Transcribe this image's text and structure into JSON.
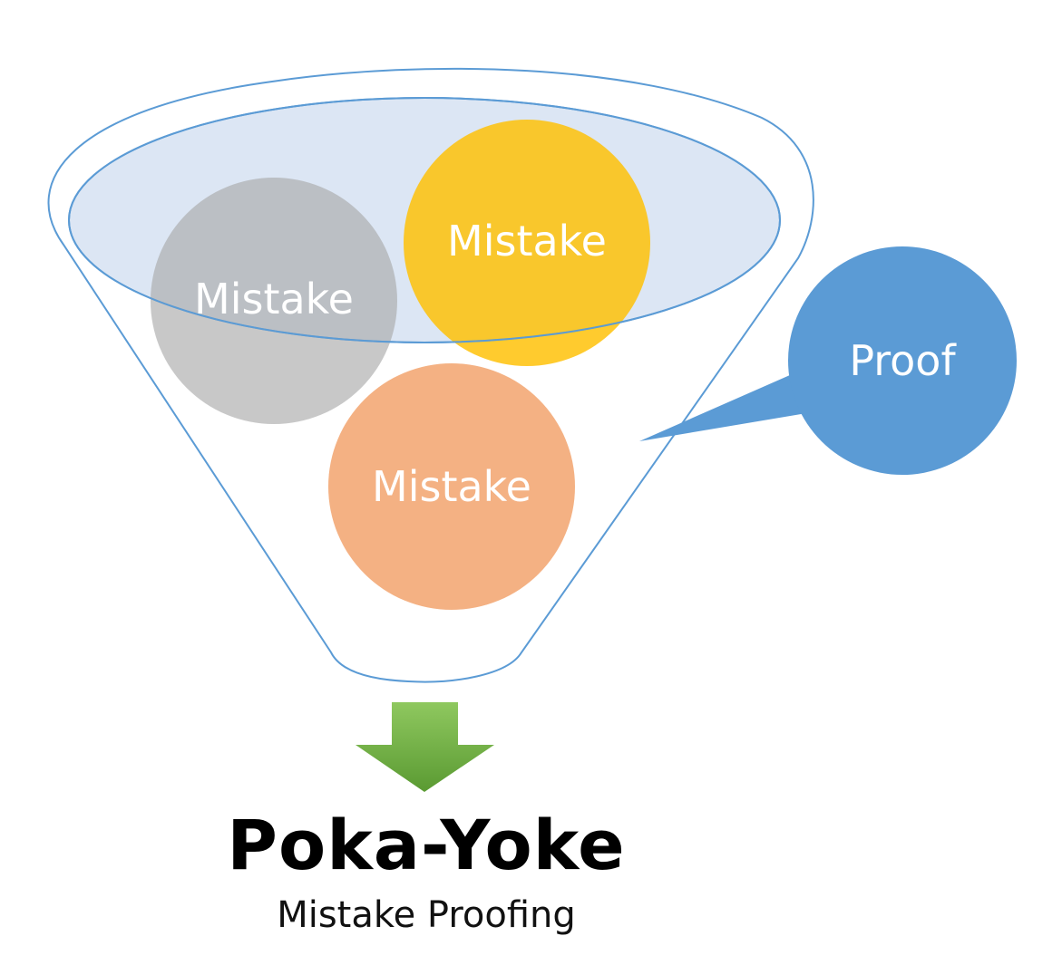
{
  "diagram": {
    "colors": {
      "funnel_stroke": "#5b9bd5",
      "funnel_fill": "#dce6f4",
      "gray": "#a6a6a6",
      "yellow": "#ffc000",
      "orange": "#f4b183",
      "blue": "#5b9bd5",
      "arrow_green": "#70ad47"
    },
    "circles": [
      {
        "id": "gray",
        "label": "Mistake"
      },
      {
        "id": "yellow",
        "label": "Mistake"
      },
      {
        "id": "orange",
        "label": "Mistake"
      }
    ],
    "callout": {
      "label": "Proof"
    },
    "title": "Poka-Yoke",
    "subtitle": "Mistake Proofing"
  }
}
